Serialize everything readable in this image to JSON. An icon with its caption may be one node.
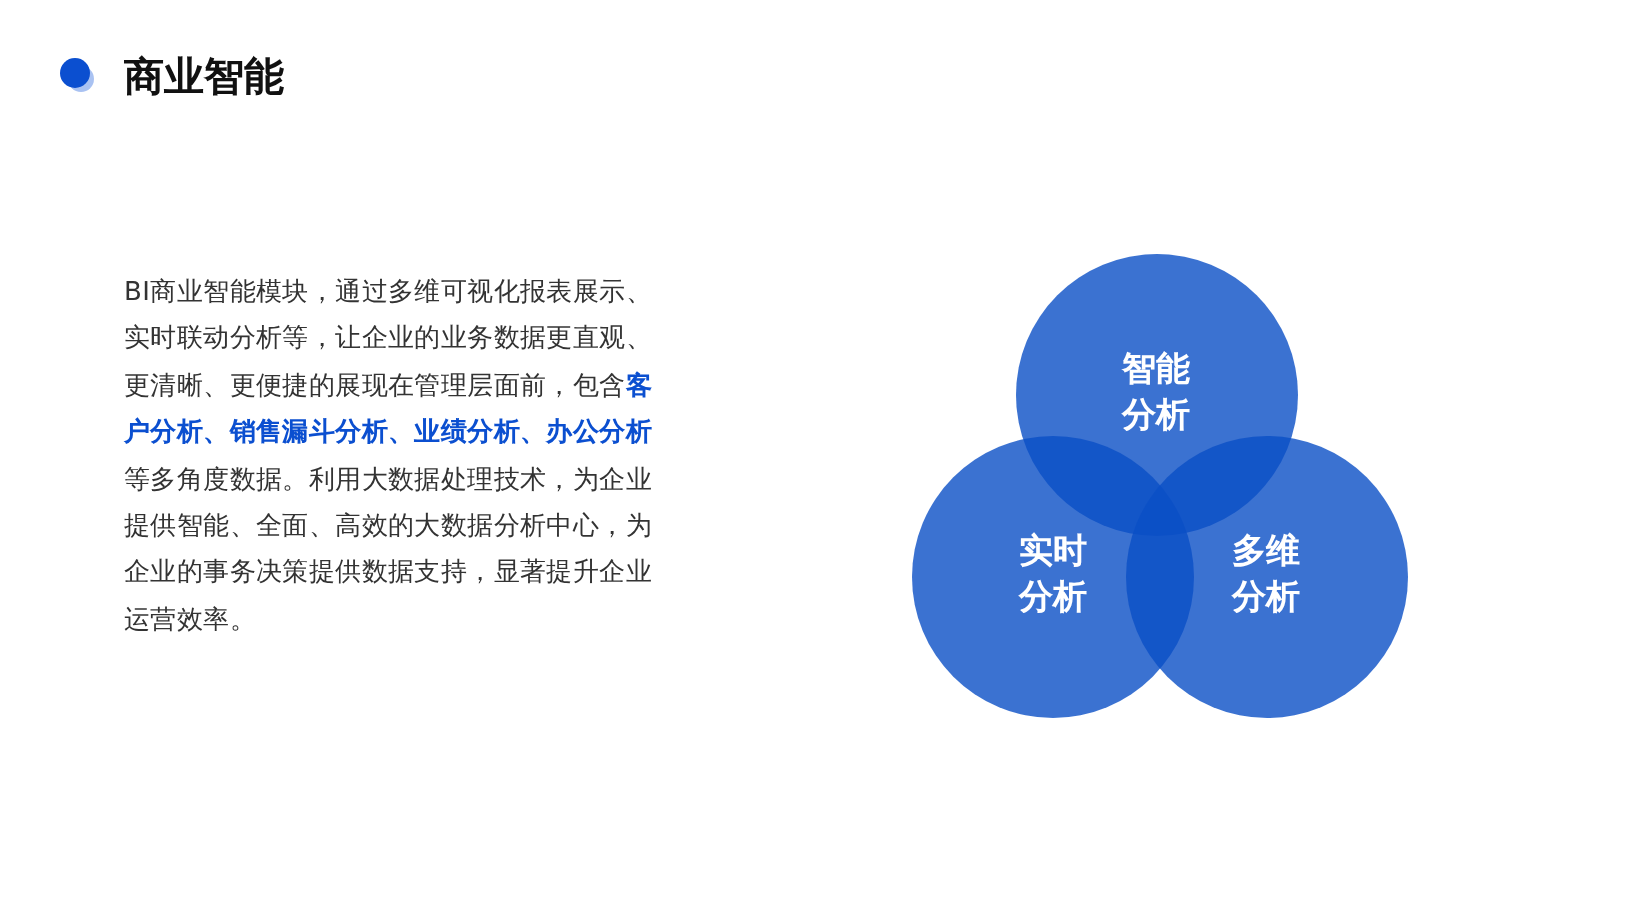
{
  "diagram": {
    "title": "商业智能",
    "nodes": [
      {
        "text": [
          "智能分析"
        ]
      },
      {
        "text": [
          "实时分析"
        ]
      },
      {
        "text": [
          "多维分析"
        ]
      }
    ],
    "labels": [
      "BI商业智能模块，通过多维可视化报表展示、实时联动分析等，让企业的业务数据更直观、更清晰、更便捷的展现在管理层面前，包含**客户分析、销售漏斗分析、业绩分析、办公分析**等多角度数据。利用大数据处理技术，为企业提供智能、全面、高效的大数据分析中心，为企业的事务决策提供数据支持，显著提升企业运营效率。"
    ]
  }
}
